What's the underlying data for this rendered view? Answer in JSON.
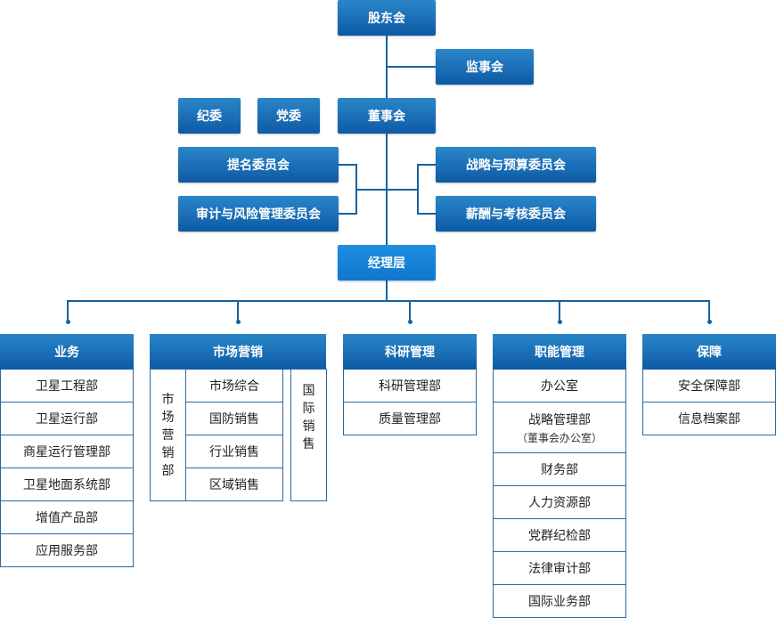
{
  "top": {
    "shareholders": "股东会",
    "supervisors": "监事会",
    "discipline": "纪委",
    "party": "党委",
    "board": "董事会",
    "nomination": "提名委员会",
    "audit_risk": "审计与风险管理委员会",
    "strategy_budget": "战略与预算委员会",
    "compensation": "薪酬与考核委员会",
    "management": "经理层"
  },
  "columns": {
    "business": {
      "title": "业务",
      "items": [
        "卫星工程部",
        "卫星运行部",
        "商星运行管理部",
        "卫星地面系统部",
        "增值产品部",
        "应用服务部"
      ]
    },
    "marketing": {
      "title": "市场营销",
      "left_vertical": [
        "市",
        "场",
        "营",
        "销",
        "部"
      ],
      "items": [
        "市场综合",
        "国防销售",
        "行业销售",
        "区域销售"
      ],
      "right_vertical": [
        "国",
        "际",
        "销",
        "售"
      ]
    },
    "research": {
      "title": "科研管理",
      "items": [
        "科研管理部",
        "质量管理部"
      ]
    },
    "functional": {
      "title": "职能管理",
      "items": [
        "办公室",
        "战略管理部",
        "财务部",
        "人力资源部",
        "党群纪检部",
        "法律审计部",
        "国际业务部"
      ],
      "strategy_note": "（董事会办公室）"
    },
    "support": {
      "title": "保障",
      "items": [
        "安全保障部",
        "信息档案部"
      ]
    }
  },
  "colors": {
    "node_dark": "#0e5aa5",
    "node_light": "#1077cf",
    "line": "#15629f",
    "border": "#2a6aa3"
  }
}
